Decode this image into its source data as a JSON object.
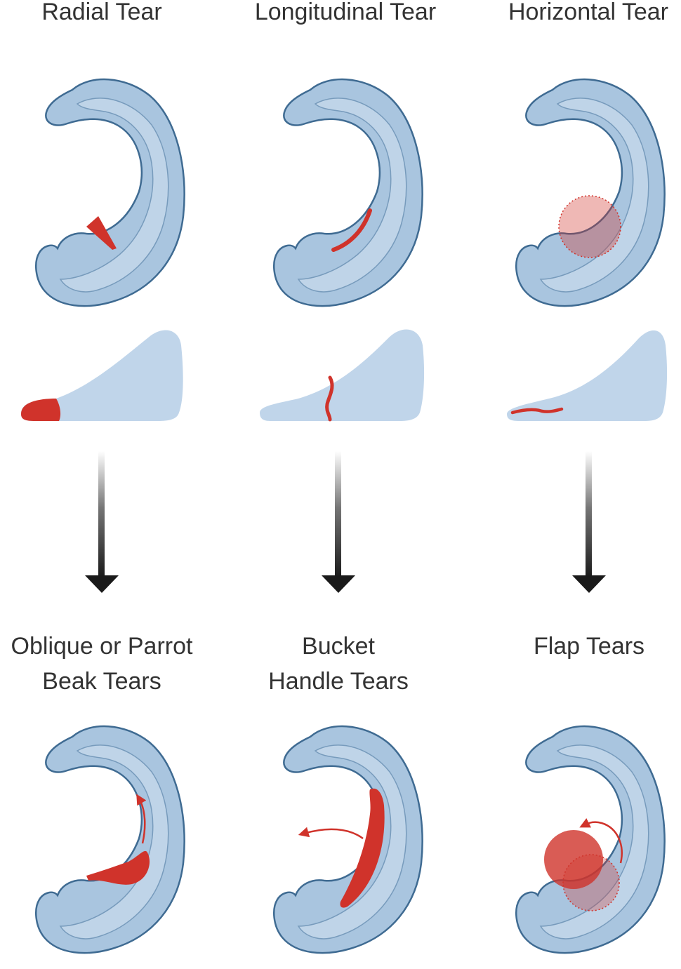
{
  "columns": [
    {
      "id": "radial",
      "top_label": "Radial Tear",
      "bottom_label": [
        "Oblique or Parrot",
        "Beak Tears"
      ]
    },
    {
      "id": "longitudinal",
      "top_label": "Longitudinal Tear",
      "bottom_label": [
        "Bucket",
        "Handle Tears"
      ]
    },
    {
      "id": "horizontal",
      "top_label": "Horizontal Tear",
      "bottom_label": [
        "Flap Tears"
      ]
    }
  ],
  "colors": {
    "meniscus_fill": "#a9c5df",
    "meniscus_inner": "#c3d7ea",
    "meniscus_stroke": "#3f6b92",
    "cross_section": "#c0d5ea",
    "tear": "#d0332b",
    "arrow": "#1a1a1a",
    "text": "#333333"
  }
}
